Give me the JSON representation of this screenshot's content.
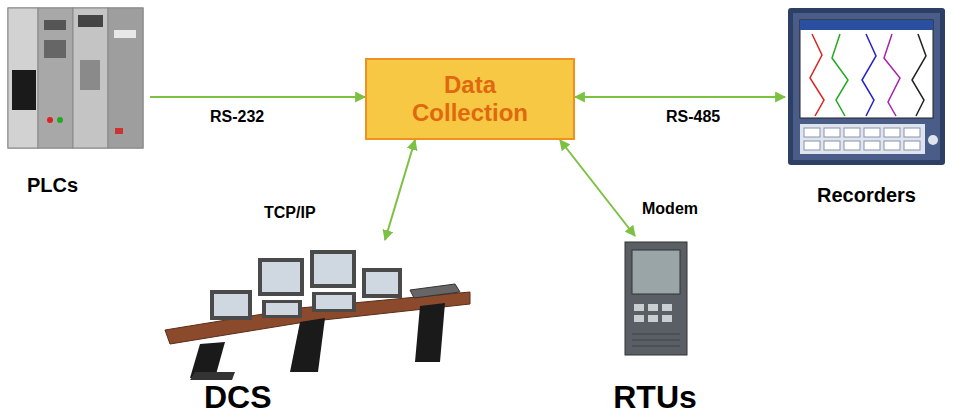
{
  "diagram": {
    "nodes": [
      {
        "text": [
          "PLCs"
        ]
      },
      {
        "text": [
          "Data Collection"
        ]
      },
      {
        "text": [
          "Recorders"
        ]
      },
      {
        "text": [
          "DCS"
        ]
      },
      {
        "text": [
          "RTUs"
        ]
      }
    ],
    "edges": [
      {
        "from": 0,
        "to": 1,
        "arrow": "to",
        "label": "RS-232"
      },
      {
        "from": 1,
        "to": 2,
        "arrow": "both",
        "label": "RS-485"
      },
      {
        "from": 3,
        "to": 1,
        "arrow": "both",
        "label": "TCP/IP"
      },
      {
        "from": 4,
        "to": 1,
        "arrow": "both",
        "label": "Modem"
      }
    ]
  }
}
